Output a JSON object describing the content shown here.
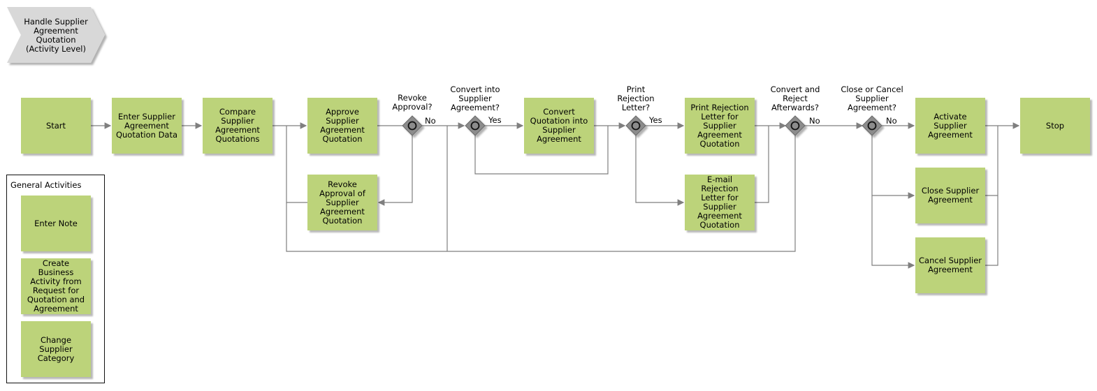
{
  "header": {
    "title": "Handle Supplier\nAgreement\nQuotation\n(Activity Level)"
  },
  "activities": {
    "start": "Start",
    "enter_data": "Enter Supplier\nAgreement\nQuotation Data",
    "compare": "Compare\nSupplier\nAgreement\nQuotations",
    "approve": "Approve\nSupplier\nAgreement\nQuotation",
    "revoke_approval": "Revoke\nApproval of\nSupplier\nAgreement\nQuotation",
    "convert": "Convert\nQuotation into\nSupplier\nAgreement",
    "print_rejection": "Print Rejection\nLetter for\nSupplier\nAgreement\nQuotation",
    "email_rejection": "E-mail Rejection\nLetter for\nSupplier\nAgreement\nQuotation",
    "activate": "Activate\nSupplier\nAgreement",
    "close": "Close Supplier\nAgreement",
    "cancel": "Cancel Supplier\nAgreement",
    "stop": "Stop"
  },
  "gateways": {
    "revoke": "Revoke\nApproval?",
    "convert": "Convert into\nSupplier\nAgreement?",
    "print": "Print\nRejection\nLetter?",
    "convert_reject": "Convert and\nReject\nAfterwards?",
    "close_cancel": "Close or Cancel\nSupplier\nAgreement?"
  },
  "edge_labels": {
    "revoke_no": "No",
    "convert_yes": "Yes",
    "print_yes": "Yes",
    "convert_reject_no": "No",
    "close_cancel_no": "No"
  },
  "general": {
    "title": "General Activities",
    "items": [
      "Enter Note",
      "Create Business\nActivity from\nRequest for\nQuotation and\nAgreement",
      "Change Supplier\nCategory"
    ]
  },
  "colors": {
    "activity": "#bcd37a",
    "gateway": "#8c8c8c",
    "edge": "#7f7f7f",
    "chevron": "#d8d8d8"
  }
}
